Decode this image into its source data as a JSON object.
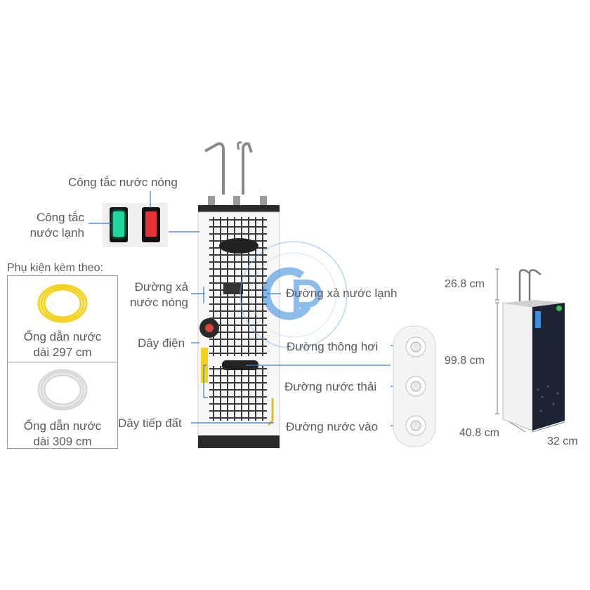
{
  "labels": {
    "hot_switch": "Công tắc nước nóng",
    "cold_switch_line1": "Công tắc",
    "cold_switch_line2": "nước lạnh",
    "hot_drain_line1": "Đường xả",
    "hot_drain_line2": "nước nóng",
    "power_cord": "Dây điện",
    "ground_wire": "Dây tiếp đất",
    "cold_drain": "Đường xả nước lạnh",
    "vent_line": "Đường thông hơi",
    "waste_line": "Đường nước thải",
    "inlet_line": "Đường nước vào"
  },
  "accessories": {
    "title": "Phụ kiện kèm theo:",
    "items": [
      {
        "line1": "Ống dẫn nước",
        "line2": "dài 297 cm",
        "color": "#f2d21a"
      },
      {
        "line1": "Ống dẫn nước",
        "line2": "dài 309 cm",
        "color": "#e8e8e8"
      }
    ]
  },
  "dimensions": {
    "top_height": "26.8 cm",
    "body_height": "99.8 cm",
    "depth": "40.8 cm",
    "width": "32 cm"
  },
  "colors": {
    "switch_green": "#1fd8a0",
    "switch_red": "#e8323a",
    "leader_blue": "#3a7bd5",
    "cabinet_dark": "#1c2333"
  }
}
